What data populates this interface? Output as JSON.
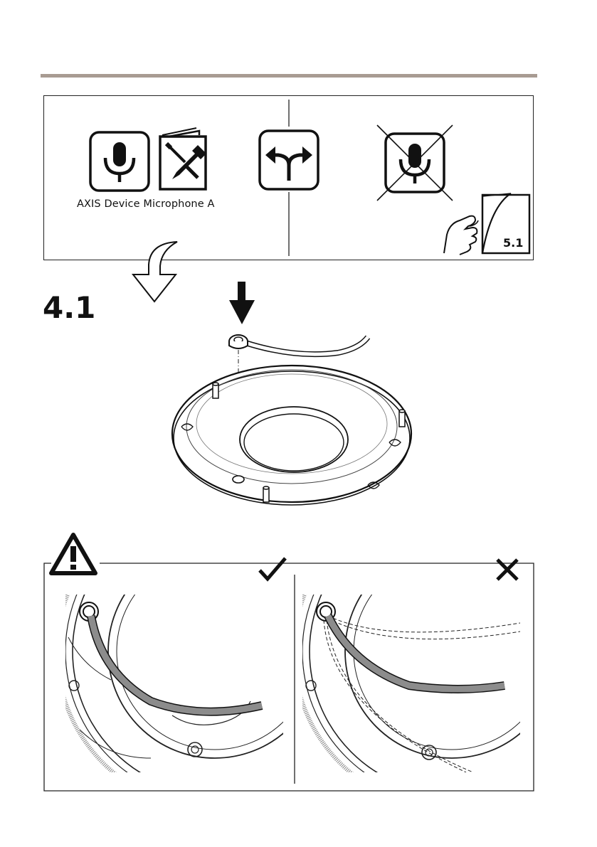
{
  "top_panel": {
    "device_name": "AXIS Device Microphone A",
    "page_reference": "5.1"
  },
  "step": {
    "number": "4.1"
  },
  "icons": {
    "microphone": "microphone-icon",
    "manual": "manual-tools-icon",
    "choice": "fork-arrows-icon",
    "no_microphone": "crossed-microphone-icon",
    "page_turn": "hand-page-turn-icon",
    "down_arrow": "hollow-down-arrow-icon",
    "insert_arrow": "solid-down-arrow-icon",
    "warning": "warning-triangle-icon",
    "correct": "checkmark-icon",
    "incorrect": "cross-icon"
  },
  "colors": {
    "rule": "#a89b92",
    "cable": "#8c8c8c",
    "line": "#222222"
  }
}
